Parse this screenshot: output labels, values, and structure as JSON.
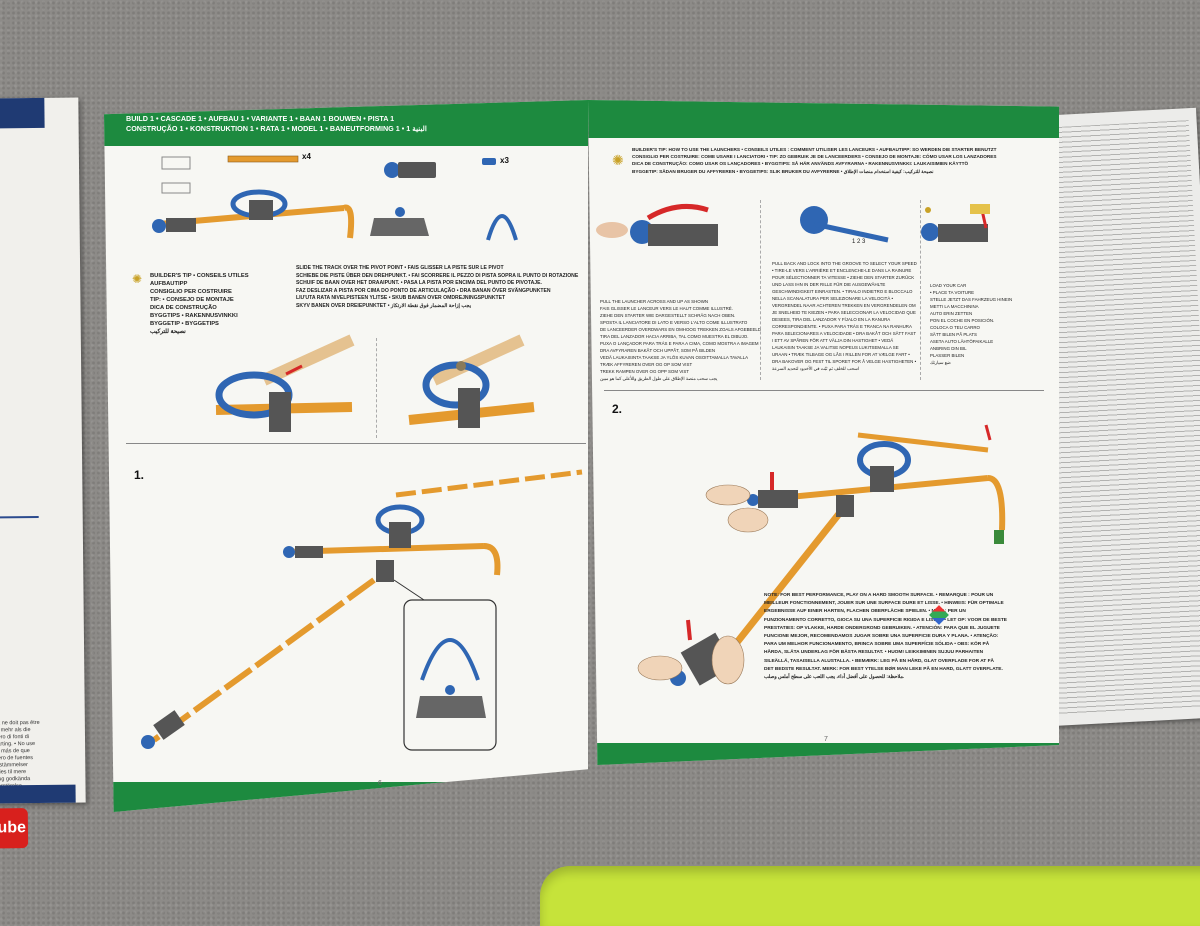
{
  "manual": {
    "header": {
      "line1": "BUILD 1 • CASCADE 1 • AUFBAU 1 • VARIANTE 1 • BAAN 1 BOUWEN • PISTA 1",
      "line2": "CONSTRUÇÃO 1 • KONSTRUKTION 1 • RATA 1 • MODEL 1 • BANEUTFORMING 1 • البنية 1"
    },
    "left_page": {
      "parts_count_track": "x4",
      "parts_count_connector": "x3",
      "builders_tip_title": "BUILDER'S TIP • CONSEILS UTILES\nAUFBAUTIPP\nCONSIGLIO PER COSTRUIRE\nTIP: • CONSEJO DE MONTAJE\nDICA DE CONSTRUÇÃO\nBYGGTIPS • RAKENNUSVINKKI\nBYGGETIP • BYGGETIPS\nنصيحة للتركيب",
      "builders_tip_text": "SLIDE THE TRACK OVER THE PIVOT POINT • FAIS GLISSER LA PISTE SUR LE PIVOT\nSCHIEBE DIE PISTE ÜBER DEN DREHPUNKT. • FAI SCORRERE IL PEZZO DI PISTA SOPRA IL PUNTO DI ROTAZIONE\nSCHUIF DE BAAN OVER HET DRAAIPUNT. • PASA LA PISTA POR ENCIMA DEL PUNTO DE PIVOTAJE.\nFAZ DESLIZAR A PISTA POR CIMA DO PONTO DE ARTICULAÇÃO • DRA BANAN ÖVER SVÄNGPUNKTEN\nLIU'UTA RATA NIVELPISTEEN YLITSE • SKUB BANEN OVER OMDREJNINGSPUNKTET\nSKYV BANEN OVER DREIEPUNKTET • يجب إزاحة المضمار فوق نقطة الارتكاز",
      "step_label": "1.",
      "page_number": "6"
    },
    "right_page": {
      "builders_tip_title": "BUILDER'S TIP: HOW TO USE THE LAUNCHERS • CONSEILS UTILES : COMMENT UTILISER LES LANCEURS • AUFBAUTIPP: SO WERDEN DIE STARTER BENUTZT\nCONSIGLIO PER COSTRUIRE: COME USARE I LANCIATORI • TIP: ZO GEBRUIK JE DE LANCEERDERS • CONSEJO DE MONTAJE: CÓMO USAR LOS LANZADORES\nDICA DE CONSTRUÇÃO: COMO USAR OS LANÇADORES • BYGGTIPS: SÅ HÄR ANVÄNDS AVFYRARNA • RAKENNUSVINKKI: LAUKAISIMIEN KÄYTTÖ\nBYGGETIP: SÅDAN BRUGER DU AFFYREREN • BYGGETIPS: SLIK BRUKER DU AVFYRERNE • نصيحة للتركيب: كيفية استخدام منصات الإطلاق",
      "launcher_step1": "PULL THE LAUNCHER ACROSS AND UP AS SHOWN\nFAIS GLISSER LE LANCEUR VERS LE HAUT COMME ILLUSTRÉ.\nZIEHE DEN STARTER WIE DARGESTELLT SCHRÄG NACH OBEN.\nSPOSTA IL LANCIATORE DI LATO E VERSO L'ALTO COME ILLUSTRATO\nDE LANCEERDER OVERDWARS EN OMHOOG TREKKEN ZOALS AFGEBEELD\nTIRA DEL LANZADOR HACIA ARRIBA, TAL COMO MUESTRA EL DIBUJO.\nPUXA O LANÇADOR PARA TRÁS E PARA A CIMA, COMO MOSTRA A IMAGEM\nDRA AVFYRAREN BAKÅT OCH UPPÅT, SOM PÅ BILDEN\nVEDÄ LAUKAISINTA TAAKSE JA YLÖS KUVAN OSOITTAMALLA TAVALLA\nTRÆK AFFYREREN OVER OG OP SOM VIST\nTREKK RAMPEN OVER OG OPP SOM VIST\nيجب سحب منصة الإطلاق على طول الطريق وللأعلى كما هو مبين",
      "launcher_numbers": "1 2 3",
      "launcher_step2": "PULL BACK AND LOCK INTO THE GROOVE TO SELECT YOUR SPEED\n• TIRE-LE VERS L'ARRIÈRE ET ENCLENCHE-LE DANS LA RAINURE\nPOUR SÉLECTIONNER TA VITESSE • ZIEHE DEN STARTER ZURÜCK\nUND LASS IHN IN DER RILLE FÜR DIE AUSGEWÄHLTE\nGESCHWINDIGKEIT EINRASTEN. • TIRALO INDIETRO E BLOCCALO\nNELLA SCANALATURA PER SELEZIONARE LA VELOCITÀ •\nVERGRENDEL NAAR ACHTEREN TREKKEN EN VERGRENDELEN OM\nJE SNELHEID TE KIEZEN • PARA SELECCIONAR LA VELOCIDAD QUE\nDESEES, TIRA DEL LANZADOR Y FÍJALO EN LA RANURA\nCORRESPONDIENTE. • PUXA PARA TRÁS E TRANCA NA RANHURA\nPARA SELECIONARES A VELOCIDADE • DRA BAKÅT OCH SÄTT FAST\nI ETT AV SPÅREN FÖR ATT VÄLJA DIN HASTIGHET • VEDÄ\nLAUKAISIN TAAKSE JA VALITSE NOPEUS LUKITSEMALLA SE\nURAAN • TRÆK TILBAGE OG LÅS I RILLEN FOR AT VÆLGE FART •\nDRA BAKOVER OG FEST TIL SPORET FOR Å VELGE HASTIGHETEN •\nاسحب للخلف ثم ثبّت في الأخدود لتحديد السرعة",
      "launcher_step3": "LOAD YOUR CAR\n• PLACE TA VOITURE\nSTELLE JETZT DAS FAHRZEUG HINEIN\nMETTI LA MACCHININA\nAUTO ERIN ZETTEN\nPON EL COCHE EN POSICIÓN.\nCOLOCA O TEU CARRO\nSÄTT BILEN PÅ PLATS\nASETA AUTO LÄHTÖPAIKALLE\nANBRING DIN BIL\nPLASSER BILEN\nضع سيارتك",
      "step_label": "2.",
      "note": "NOTE: FOR BEST PERFORMANCE, PLAY ON A HARD SMOOTH SURFACE. • REMARQUE : POUR UN\nMEILLEUR FONCTIONNEMENT, JOUER SUR UNE SURFACE DURE ET LISSE. • HINWEIS: FÜR OPTIMALE\nERGEBNISSE AUF EINER HARTEN, FLACHEN OBERFLÄCHE SPIELEN. • NOTA: PER UN\nFUNZIONAMENTO CORRETTO, GIOCA SU UNA SUPERFICIE RIGIDA E LISCIA. • LET OP: VOOR DE BESTE\nPRESTATIES: OP VLAKKE, HARDE ONDERGROND GEBRUIKEN. • ATENCIÓN: PARA QUE EL JUGUETE\nFUNCIONE MEJOR, RECOMENDAMOS JUGAR SOBRE UNA SUPERFICIE DURA Y PLANA. • ATENÇÃO:\nPARA UM MELHOR FUNCIONAMENTO, BRINCA SOBRE UMA SUPERFÍCIE SÓLIDA • OBS: KÖR PÅ\nHÅRDA, SLÄTA UNDERLAG FÖR BÄSTA RESULTAT. • HUOM! LEIKKIMINEN SUJUU PARHAITEN\nSILEÄLLÄ, TASAISELLA ALUSTALLA. • BEMÆRK: LEG PÅ EN HÅRD, GLAT OVERFLADE FOR AT FÅ\nDET BEDSTE RESULTAT. MERK: FOR BEST YTELSE BØR MAN LEKE PÅ EN HARD, GLATT OVERFLATE.\nملاحظة: للحصول على أفضل أداء، يجب اللعب على سطح أملس وصلب.",
      "page_number": "7"
    }
  },
  "left_booklet": {
    "text": "est ne doit pas être\nen mehr als die\nmero di fonti di\nstarting. • No use\nr a más de que\nmero de fuentes\nbestämmelser\nutties til mere\nbrug godkända\nsterstörelse.\nيجب عدم وصل التيار",
    "logo_text": "ube"
  },
  "colors": {
    "manual_green": "#1d8a3f",
    "track_orange": "#e49a2e",
    "launcher_blue": "#2f66b3",
    "arrow_red": "#d62828"
  }
}
